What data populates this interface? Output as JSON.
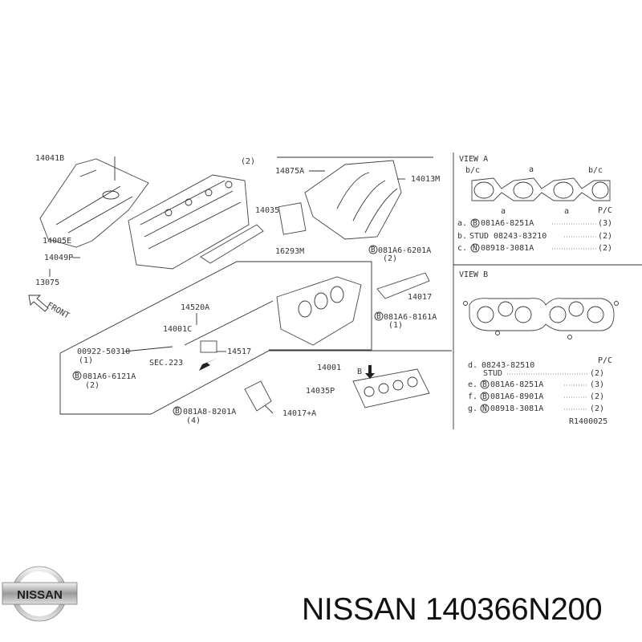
{
  "diagram": {
    "labels": {
      "cover_top": "14041B",
      "bolt_top": "(2)",
      "cover": "14005E",
      "bracket": "14049P",
      "bolt_13075": "13075",
      "front": "FRONT",
      "gasket_14035": "14035",
      "p14875a": "14875A",
      "p14013m": "14013M",
      "p16293m": "16293M",
      "b6201a": "081A6-6201A",
      "b6201a_qty": "(2)",
      "p14017": "14017",
      "b8161a": "081A6-8161A",
      "b8161a_qty": "(1)",
      "p14520a": "14520A",
      "p14001c": "14001C",
      "p00922": "00922-50310",
      "p00922_qty": "(1)",
      "p14517": "14517",
      "sec223": "SEC.223",
      "b6121a": "081A6-6121A",
      "b6121a_qty": "(2)",
      "p14001": "14001",
      "p14035p": "14035P",
      "b8201a": "081A8-8201A",
      "b8201a_qty": "(4)",
      "p14017a": "14017+A",
      "arrow_b": "B",
      "circle_b": "B",
      "circle_n": "N"
    },
    "view_a": {
      "title": "VIEW A",
      "callouts": [
        "b/c",
        "a",
        "b/c",
        "a",
        "a"
      ],
      "pc": "P/C",
      "items": [
        {
          "key": "a.",
          "mark": "B",
          "part": "081A6-8251A",
          "qty": "(3)"
        },
        {
          "key": "b.",
          "mark": "STUD",
          "part": "08243-83210",
          "qty": "(2)"
        },
        {
          "key": "c.",
          "mark": "N",
          "part": "08918-3081A",
          "qty": "(2)"
        }
      ]
    },
    "view_b": {
      "title": "VIEW B",
      "pc": "P/C",
      "items": [
        {
          "key": "d.",
          "mark": "",
          "part": "08243-82510",
          "sub": "STUD",
          "qty": "(2)"
        },
        {
          "key": "e.",
          "mark": "B",
          "part": "081A6-8251A",
          "qty": "(3)"
        },
        {
          "key": "f.",
          "mark": "B",
          "part": "081A6-8901A",
          "qty": "(2)"
        },
        {
          "key": "g.",
          "mark": "N",
          "part": "08918-3081A",
          "qty": "(2)"
        }
      ],
      "code": "R1400025"
    }
  },
  "footer": {
    "logo_text": "NISSAN",
    "title": "NISSAN 140366N200"
  }
}
